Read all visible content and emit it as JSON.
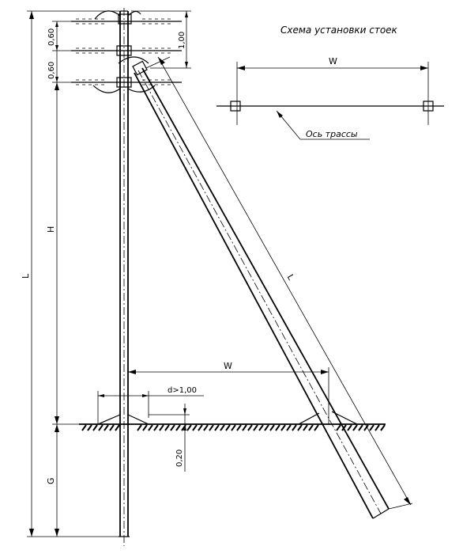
{
  "title": "Схема установки стоек",
  "axis_label": "Ось трассы",
  "dims": {
    "top_spacing": "0,60",
    "mid_spacing": "0,60",
    "crossarm_span": "1,00",
    "overall_length": "L",
    "height_above": "H",
    "depth": "G",
    "strut_length": "L",
    "base_width": "W",
    "plan_width": "W",
    "foundation_offset": "d>1,00",
    "ground_depth": "0,20"
  }
}
